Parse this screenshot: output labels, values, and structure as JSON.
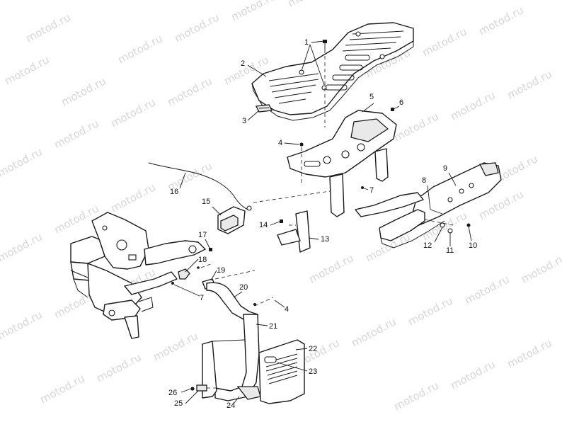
{
  "watermark": {
    "text": "motod.ru"
  },
  "callouts": [
    {
      "id": "c1",
      "label": "1"
    },
    {
      "id": "c2",
      "label": "2"
    },
    {
      "id": "c3",
      "label": "3"
    },
    {
      "id": "c4a",
      "label": "4"
    },
    {
      "id": "c5",
      "label": "5"
    },
    {
      "id": "c6",
      "label": "6"
    },
    {
      "id": "c7a",
      "label": "7"
    },
    {
      "id": "c8",
      "label": "8"
    },
    {
      "id": "c9",
      "label": "9"
    },
    {
      "id": "c10",
      "label": "10"
    },
    {
      "id": "c11",
      "label": "11"
    },
    {
      "id": "c12",
      "label": "12"
    },
    {
      "id": "c13",
      "label": "13"
    },
    {
      "id": "c14",
      "label": "14"
    },
    {
      "id": "c15",
      "label": "15"
    },
    {
      "id": "c16",
      "label": "16"
    },
    {
      "id": "c17",
      "label": "17"
    },
    {
      "id": "c18",
      "label": "18"
    },
    {
      "id": "c19",
      "label": "19"
    },
    {
      "id": "c20",
      "label": "20"
    },
    {
      "id": "c7b",
      "label": "7"
    },
    {
      "id": "c4b",
      "label": "4"
    },
    {
      "id": "c21",
      "label": "21"
    },
    {
      "id": "c22",
      "label": "22"
    },
    {
      "id": "c23",
      "label": "23"
    },
    {
      "id": "c24",
      "label": "24"
    },
    {
      "id": "c25",
      "label": "25"
    },
    {
      "id": "c26",
      "label": "26"
    }
  ]
}
